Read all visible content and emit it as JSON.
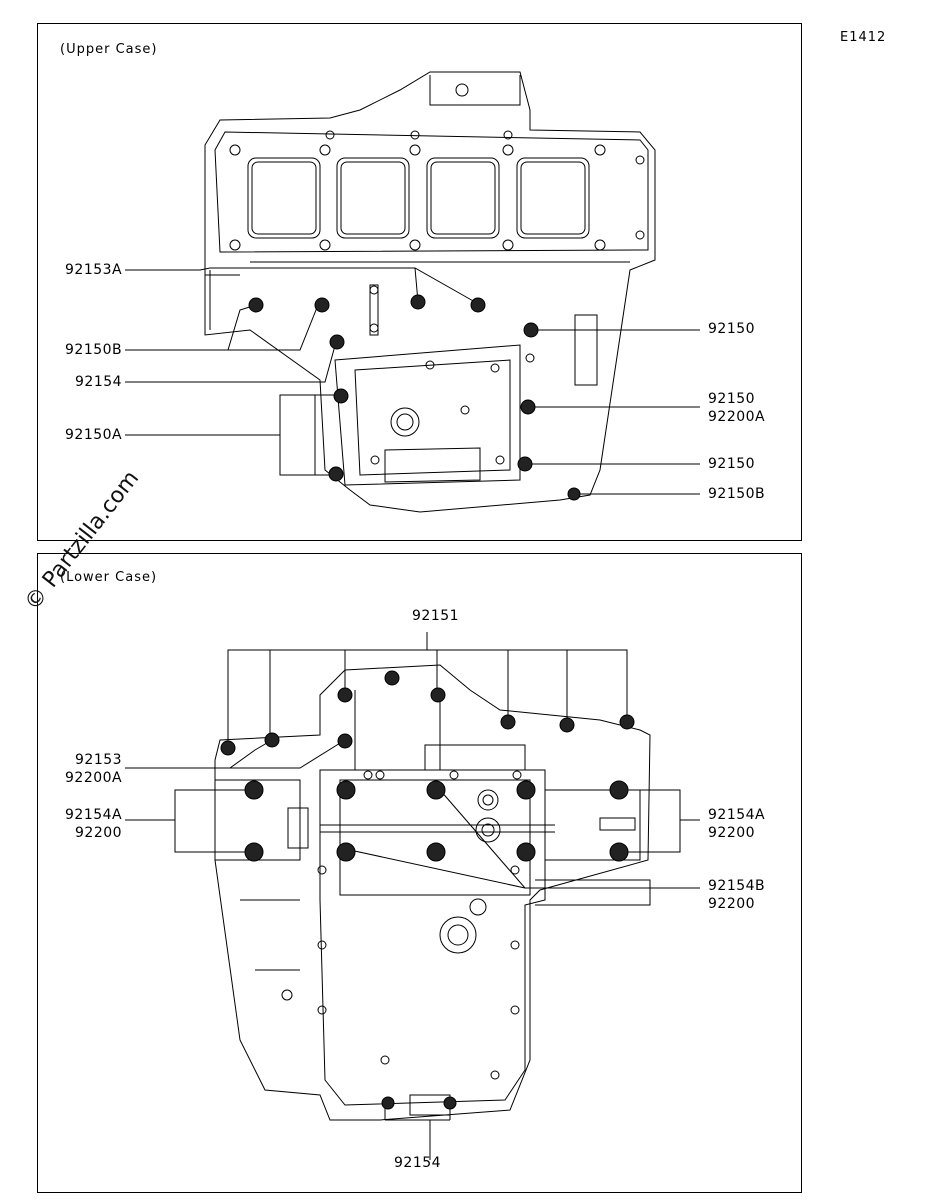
{
  "page_code": "E1412",
  "watermark": "© Partzilla.com",
  "upper": {
    "title": "(Upper Case)",
    "labels": {
      "l92153A": "92153A",
      "l92150B_left": "92150B",
      "l92154": "92154",
      "l92150A": "92150A",
      "r92150_a": "92150",
      "r92150_b": "92150",
      "r92200A": "92200A",
      "r92150_c": "92150",
      "r92150B": "92150B"
    }
  },
  "lower": {
    "title": "(Lower Case)",
    "labels": {
      "t92151": "92151",
      "l92153": "92153",
      "l92200A": "92200A",
      "l92154A": "92154A",
      "l92200": "92200",
      "r92154A": "92154A",
      "r92200_a": "92200",
      "r92154B": "92154B",
      "r92200_b": "92200",
      "b92154": "92154"
    }
  },
  "colors": {
    "line": "#000000",
    "bolt": "#222222",
    "background": "#ffffff"
  }
}
